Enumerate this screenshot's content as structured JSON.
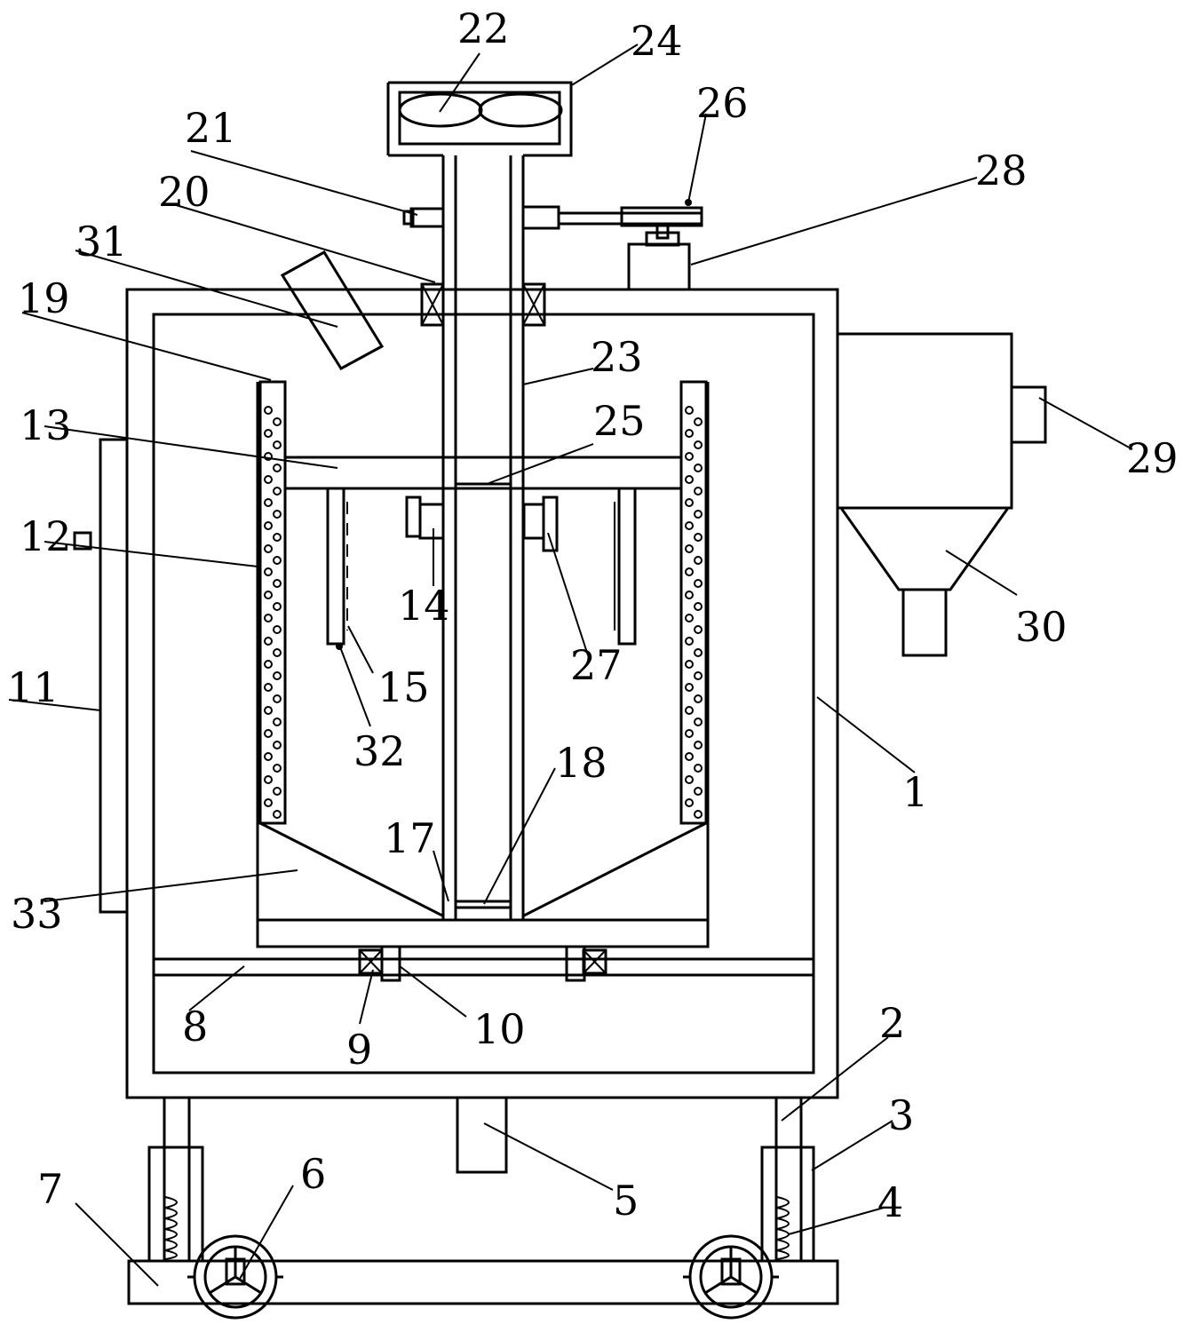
{
  "labels": [
    {
      "id": "1",
      "text": "1"
    },
    {
      "id": "2",
      "text": "2"
    },
    {
      "id": "3",
      "text": "3"
    },
    {
      "id": "4",
      "text": "4"
    },
    {
      "id": "5",
      "text": "5"
    },
    {
      "id": "6",
      "text": "6"
    },
    {
      "id": "7",
      "text": "7"
    },
    {
      "id": "8",
      "text": "8"
    },
    {
      "id": "9",
      "text": "9"
    },
    {
      "id": "10",
      "text": "10"
    },
    {
      "id": "11",
      "text": "11"
    },
    {
      "id": "12",
      "text": "12"
    },
    {
      "id": "13",
      "text": "13"
    },
    {
      "id": "14",
      "text": "14"
    },
    {
      "id": "15",
      "text": "15"
    },
    {
      "id": "17",
      "text": "17"
    },
    {
      "id": "18",
      "text": "18"
    },
    {
      "id": "19",
      "text": "19"
    },
    {
      "id": "20",
      "text": "20"
    },
    {
      "id": "21",
      "text": "21"
    },
    {
      "id": "22",
      "text": "22"
    },
    {
      "id": "23",
      "text": "23"
    },
    {
      "id": "24",
      "text": "24"
    },
    {
      "id": "25",
      "text": "25"
    },
    {
      "id": "26",
      "text": "26"
    },
    {
      "id": "27",
      "text": "27"
    },
    {
      "id": "28",
      "text": "28"
    },
    {
      "id": "29",
      "text": "29"
    },
    {
      "id": "30",
      "text": "30"
    },
    {
      "id": "31",
      "text": "31"
    },
    {
      "id": "32",
      "text": "32"
    },
    {
      "id": "33",
      "text": "33"
    }
  ]
}
